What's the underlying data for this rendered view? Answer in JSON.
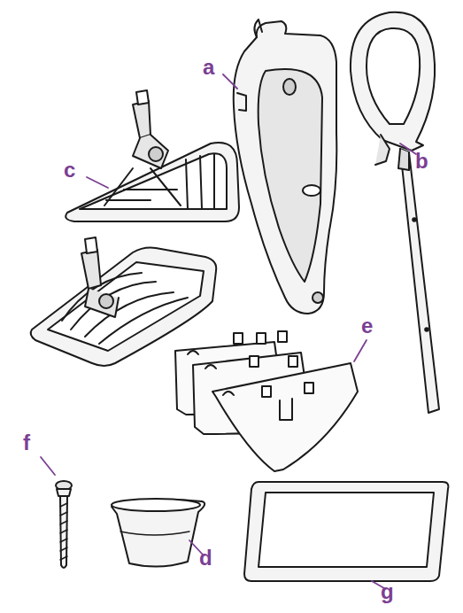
{
  "diagram": {
    "labels": [
      "a",
      "b",
      "c",
      "d",
      "e",
      "f",
      "g"
    ]
  }
}
